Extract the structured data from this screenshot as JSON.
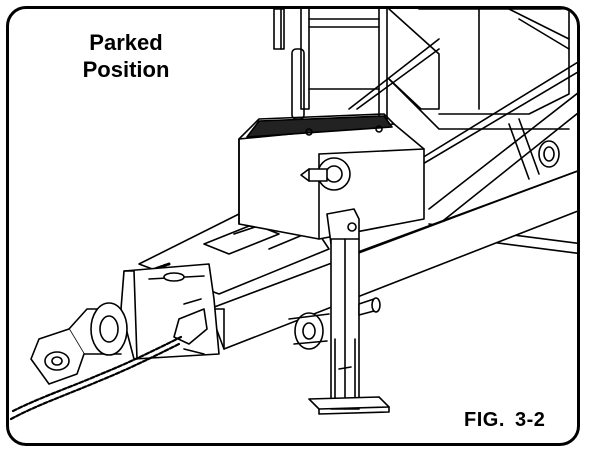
{
  "caption": {
    "line1": "Parked",
    "line2": "Position"
  },
  "figure_label": "FIG. 3-2"
}
